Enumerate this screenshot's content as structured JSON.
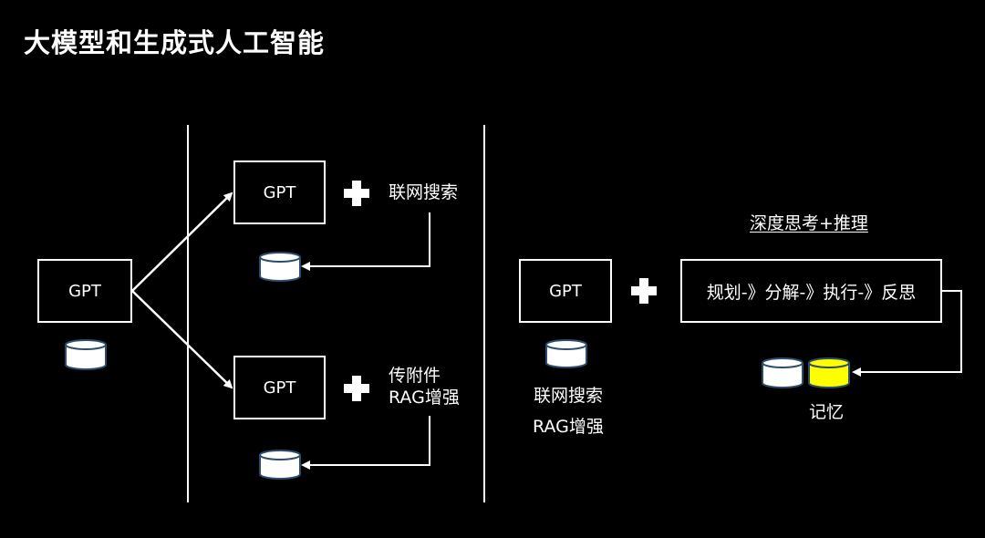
{
  "title": "大模型和生成式人工智能",
  "colors": {
    "background": "#000000",
    "foreground": "#ffffff",
    "db_default": "#ffffff",
    "db_memory": "#ffff00"
  },
  "left": {
    "model": "GPT",
    "db_icon": "database-icon"
  },
  "middle": {
    "top": {
      "model": "GPT",
      "plus_icon": "plus-icon",
      "addon": "联网搜索",
      "db_icon": "database-icon"
    },
    "bottom": {
      "model": "GPT",
      "plus_icon": "plus-icon",
      "addon_line1": "传附件",
      "addon_line2": "RAG增强",
      "db_icon": "database-icon"
    }
  },
  "right": {
    "model": "GPT",
    "plus_icon": "plus-icon",
    "db_label_line1": "联网搜索",
    "db_label_line2": "RAG增强",
    "heading": "深度思考+推理",
    "process": "规划-》分解-》执行-》反思",
    "memory_label": "记忆",
    "memory_db_icons": [
      "database-icon",
      "database-memory-icon"
    ]
  }
}
